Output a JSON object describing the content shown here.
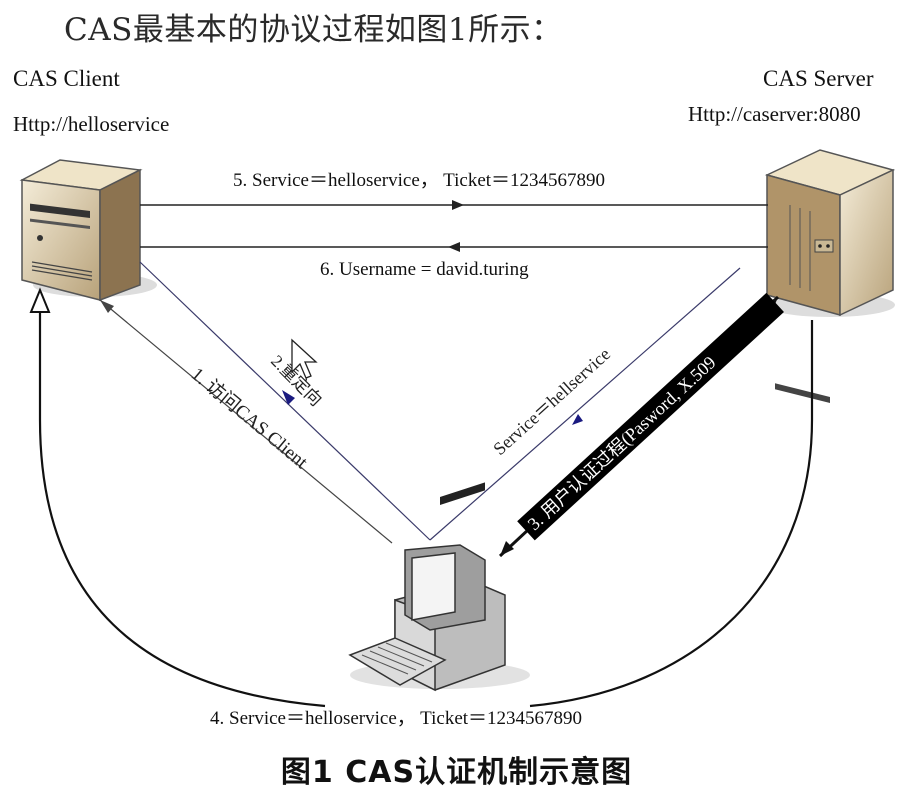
{
  "intro_text": "CAS最基本的协议过程如图1所示：",
  "client": {
    "name": "CAS Client",
    "url": "Http://helloservice"
  },
  "server": {
    "name": "CAS Server",
    "url": "Http://caserver:8080"
  },
  "arrows": {
    "step1": "1. 访问CAS Client",
    "step2": "2.重定向",
    "redirect_service": "Service＝hellservice",
    "step3": "3. 用户认证过程(Pasword, X.509",
    "step4": "4. Service＝helloservice，   Ticket＝1234567890",
    "step5": "5. Service＝helloservice，   Ticket＝1234567890",
    "step6": "6. Username = david.turing"
  },
  "caption": "图1   CAS认证机制示意图"
}
